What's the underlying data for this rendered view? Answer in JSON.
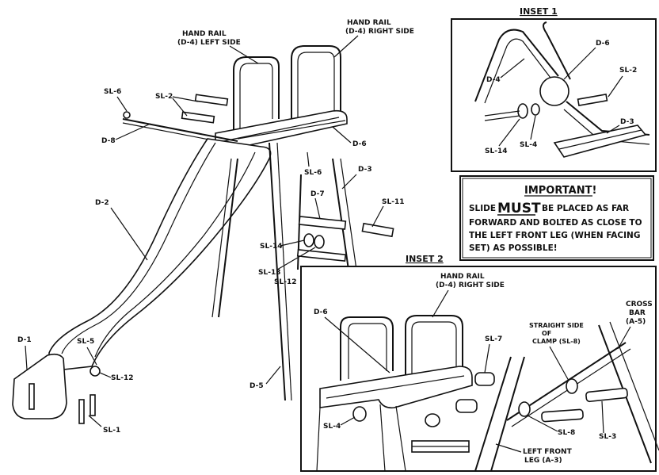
{
  "inset1": {
    "title": "INSET 1",
    "labels": {
      "d6": "D-6",
      "d4": "D-4",
      "sl2": "SL-2",
      "d3": "D-3",
      "sl14": "SL-14",
      "sl4": "SL-4"
    }
  },
  "important": {
    "title": "IMPORTANT!",
    "line1_pre": "SLIDE",
    "line1_must": "MUST",
    "line1_post": "BE   PLACED AS FAR",
    "line2": "FORWARD AND BOLTED AS CLOSE TO",
    "line3": "THE LEFT FRONT LEG (WHEN   FACING",
    "line4": "SET) AS POSSIBLE!"
  },
  "inset2": {
    "title": "INSET 2",
    "hand_rail_l1": "HAND RAIL",
    "hand_rail_l2": "(D-4) RIGHT SIDE",
    "d6": "D-6",
    "sl7": "SL-7",
    "straight_l1": "STRAIGHT SIDE",
    "straight_l2": "OF",
    "straight_l3": "CLAMP (SL-8)",
    "cross_l1": "CROSS",
    "cross_l2": "BAR",
    "cross_l3": "(A-5)",
    "sl4": "SL-4",
    "sl8": "SL-8",
    "sl3": "SL-3",
    "leg_l1": "LEFT FRONT",
    "leg_l2": "LEG (A-3)"
  },
  "main": {
    "hand_rail_left_l1": "HAND RAIL",
    "hand_rail_left_l2": "(D-4) LEFT SIDE",
    "hand_rail_right_l1": "HAND RAIL",
    "hand_rail_right_l2": "(D-4) RIGHT SIDE",
    "sl6_top": "SL-6",
    "sl2": "SL-2",
    "d8": "D-8",
    "d6": "D-6",
    "sl6_mid": "SL-6",
    "d3": "D-3",
    "d2": "D-2",
    "d7": "D-7",
    "sl11": "SL-11",
    "sl14": "SL-14",
    "sl13": "SL-13",
    "sl12_mid": "SL-12",
    "d1": "D-1",
    "sl5": "SL-5",
    "sl12_bot": "SL-12",
    "d5": "D-5",
    "sl1": "SL-1"
  },
  "icons": [
    "slide-assembly-drawing",
    "bolt-icon",
    "nut-icon",
    "clamp-icon"
  ]
}
